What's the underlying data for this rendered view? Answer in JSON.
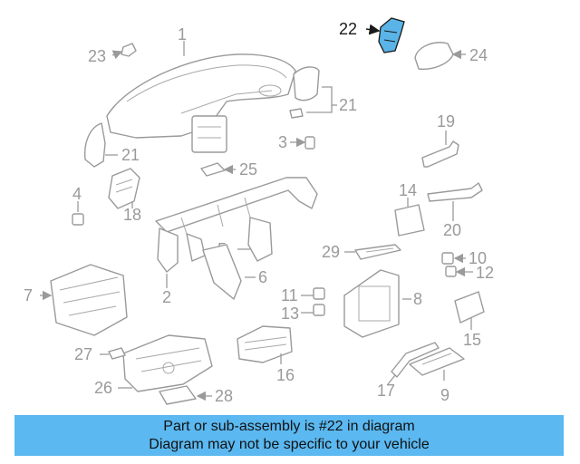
{
  "highlight_color": "#5ab4e8",
  "banner_color": "#5bb8f0",
  "callouts": {
    "c1": "1",
    "c2": "2",
    "c3": "3",
    "c4": "4",
    "c5": "5",
    "c6": "6",
    "c7": "7",
    "c8": "8",
    "c9": "9",
    "c10": "10",
    "c11": "11",
    "c12": "12",
    "c13": "13",
    "c14": "14",
    "c15": "15",
    "c16": "16",
    "c17": "17",
    "c18": "18",
    "c19": "19",
    "c20": "20",
    "c21a": "21",
    "c21b": "21",
    "c22": "22",
    "c23": "23",
    "c24": "24",
    "c25": "25",
    "c26": "26",
    "c27": "27",
    "c28": "28",
    "c29": "29"
  },
  "banner": {
    "line1": "Part or sub-assembly is #22 in diagram",
    "line2": "Diagram may not be specific to your vehicle"
  }
}
